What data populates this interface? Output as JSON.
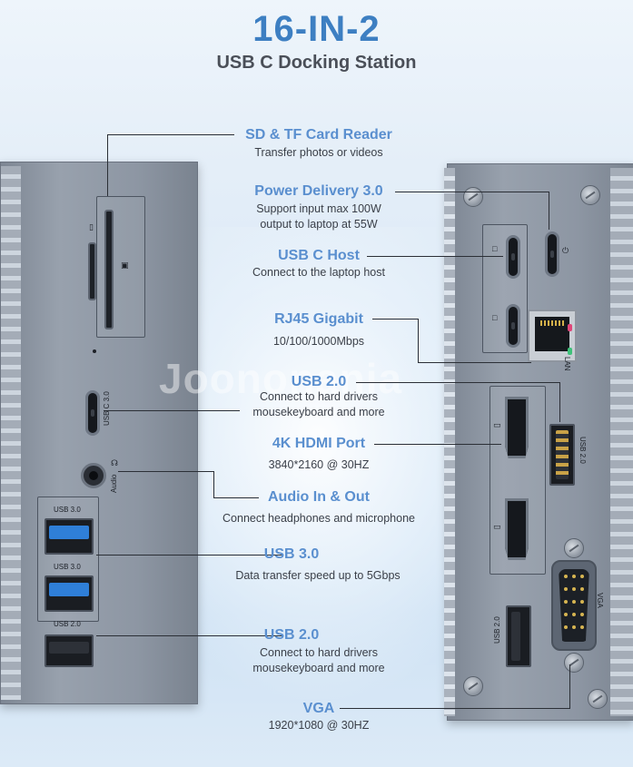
{
  "colors": {
    "title": "#3d7fc2",
    "heading": "#5a8fcf",
    "accent_blue_port": "#2f7fd8",
    "device_gray": "#8d96a3"
  },
  "header": {
    "title": "16-IN-2",
    "subtitle": "USB C Docking Station"
  },
  "watermark": "Joononania",
  "callouts": [
    {
      "id": "sd",
      "heading": "SD & TF Card Reader",
      "lines": [
        "Transfer photos or videos"
      ]
    },
    {
      "id": "pd",
      "heading": "Power Delivery 3.0",
      "lines": [
        "Support input max 100W",
        "output to laptop at 55W"
      ]
    },
    {
      "id": "host",
      "heading": "USB C Host",
      "lines": [
        "Connect to the laptop host"
      ]
    },
    {
      "id": "rj45",
      "heading": "RJ45 Gigabit",
      "lines": [
        "10/100/1000Mbps"
      ]
    },
    {
      "id": "usb2a",
      "heading": "USB 2.0",
      "lines": [
        "Connect to hard drivers",
        "mousekeyboard and more"
      ]
    },
    {
      "id": "hdmi",
      "heading": "4K HDMI Port",
      "lines": [
        "3840*2160 @ 30HZ"
      ]
    },
    {
      "id": "audio",
      "heading": "Audio In & Out",
      "lines": [
        "Connect headphones and microphone"
      ]
    },
    {
      "id": "usb3",
      "heading": "USB 3.0",
      "lines": [
        "Data transfer speed up to 5Gbps"
      ]
    },
    {
      "id": "usb2b",
      "heading": "USB 2.0",
      "lines": [
        "Connect to hard drivers",
        "mousekeyboard and more"
      ]
    },
    {
      "id": "vga",
      "heading": "VGA",
      "lines": [
        "1920*1080 @ 30HZ"
      ]
    }
  ],
  "device_labels": {
    "left": {
      "usbc": "USB C 3.0",
      "audio": "Audio",
      "usb3_top": "USB 3.0",
      "usb3_bottom": "USB 3.0",
      "usb2": "USB 2.0"
    },
    "right": {
      "lan": "LAN",
      "usb2_vertical": "USB 2.0",
      "usb2_bottom": "USB 2.0",
      "vga": "VGA"
    }
  },
  "icons": {
    "sd_card": "sd-card-icon",
    "tf_card": "tf-card-icon",
    "headphone": "headphone-icon",
    "laptop": "laptop-icon",
    "power": "power-icon",
    "hdmi": "hdmi-icon"
  }
}
